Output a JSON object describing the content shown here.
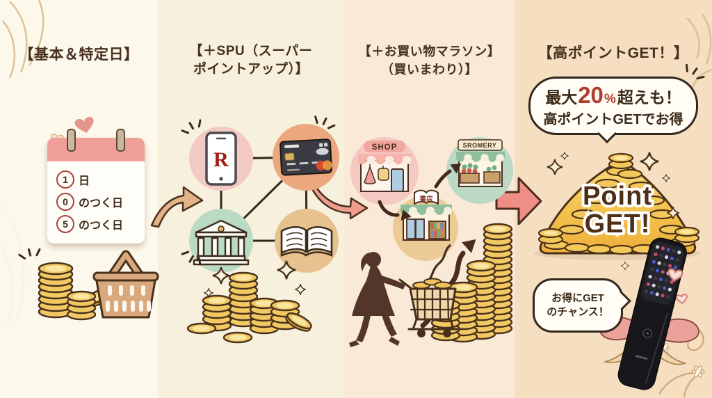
{
  "panel1": {
    "title": "【基本＆特定日】",
    "calendar_rows": [
      {
        "digit": "1",
        "label": "日"
      },
      {
        "digit": "0",
        "label": "のつく日"
      },
      {
        "digit": "5",
        "label": "のつく日"
      }
    ]
  },
  "panel2": {
    "title_line1": "【＋SPU（スーパー",
    "title_line2": "ポイントアップ）】",
    "phone_letter": "R"
  },
  "panel3": {
    "title_line1": "【＋お買い物マラソン】",
    "title_line2": "（買いまわり）】",
    "shop_sign": "SHOP",
    "bookstore_sign": "書店",
    "grocery_sign": "SROMERY"
  },
  "panel4": {
    "title": "【高ポイントGET！】",
    "bubble_line1_prefix": "最大",
    "bubble_percent": "20",
    "bubble_percent_sign": "%",
    "bubble_line1_suffix": "超えも！",
    "bubble_line2": "高ポイントGETでお得",
    "pile_line1": "Point",
    "pile_line2": "GET!",
    "device_bubble_line1": "お得にGET",
    "device_bubble_line2": "のチャンス！"
  },
  "colors": {
    "text_brown": "#46301f",
    "accent_red": "#b23b2a",
    "gold_coin": "#f2c862",
    "panel1_bg": "#fcf8eb",
    "panel2_bg": "#f7f0dc",
    "panel3_bg": "#f9e9d6",
    "panel4_bg": "#f6dfc1",
    "arrow_tan": "#e3b286",
    "arrow_salmon": "#ef8e85"
  },
  "icons": [
    "calendar-icon",
    "heart-icon",
    "coin-stack-icon",
    "basket-icon",
    "smartphone-icon",
    "credit-card-icon",
    "bank-icon",
    "book-icon",
    "shop-icon",
    "bookstore-icon",
    "grocery-icon",
    "shopper-silhouette",
    "shopping-cart-icon",
    "growth-arrow-icon",
    "coin-mountain-icon",
    "brush-device-icon",
    "ribbon-icon",
    "sparkle-icon"
  ]
}
